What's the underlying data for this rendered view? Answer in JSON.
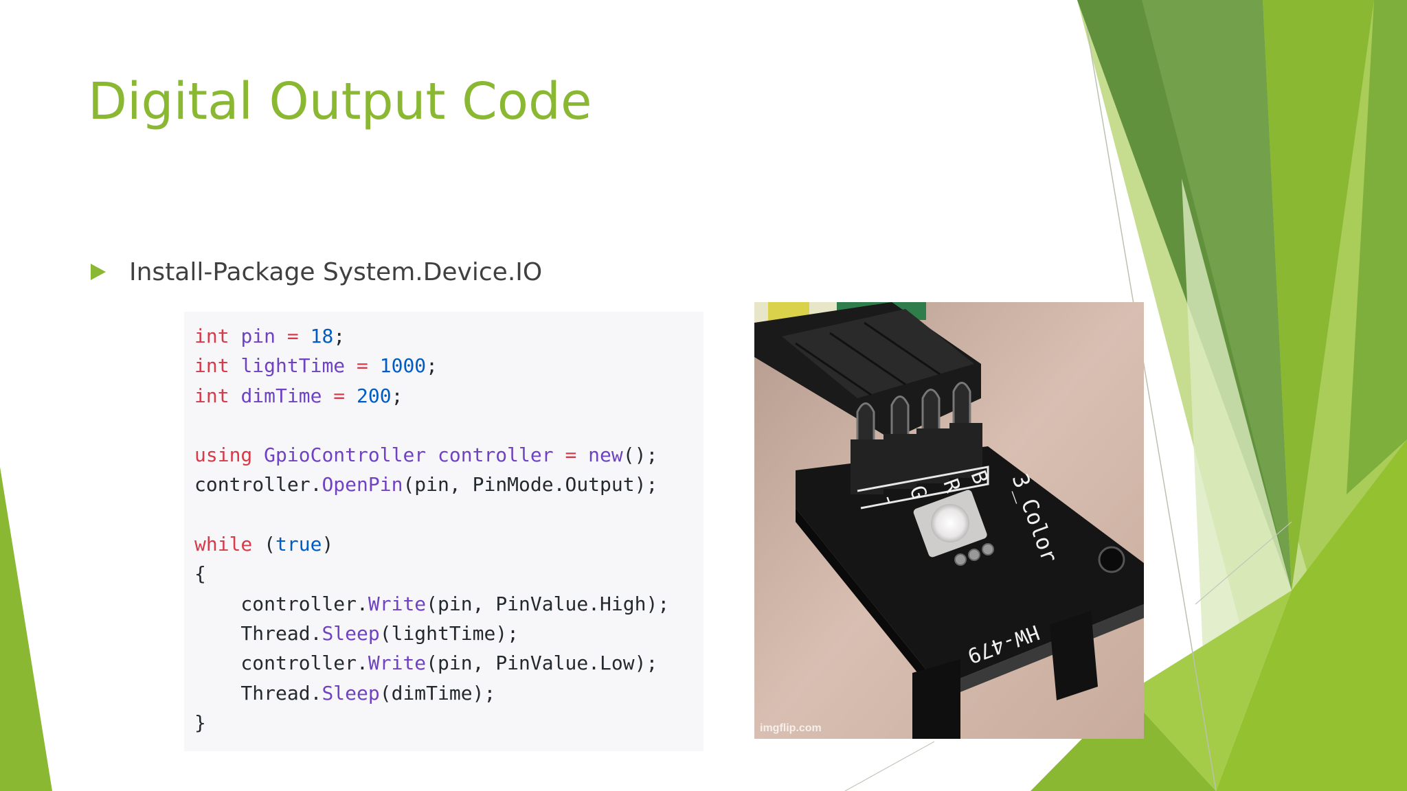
{
  "slide": {
    "title": "Digital Output Code",
    "bullet": "Install-Package System.Device.IO",
    "code_lines": [
      [
        [
          "int ",
          "kw"
        ],
        [
          "pin",
          "var"
        ],
        [
          " = ",
          "op"
        ],
        [
          "18",
          "num"
        ],
        [
          ";",
          "plain"
        ]
      ],
      [
        [
          "int ",
          "kw"
        ],
        [
          "lightTime",
          "var"
        ],
        [
          " = ",
          "op"
        ],
        [
          "1000",
          "num"
        ],
        [
          ";",
          "plain"
        ]
      ],
      [
        [
          "int ",
          "kw"
        ],
        [
          "dimTime",
          "var"
        ],
        [
          " = ",
          "op"
        ],
        [
          "200",
          "num"
        ],
        [
          ";",
          "plain"
        ]
      ],
      [],
      [
        [
          "using ",
          "kw"
        ],
        [
          "GpioController controller",
          "var"
        ],
        [
          " = ",
          "op"
        ],
        [
          "new",
          "var"
        ],
        [
          "();",
          "plain"
        ]
      ],
      [
        [
          "controller.",
          "plain"
        ],
        [
          "OpenPin",
          "fn"
        ],
        [
          "(pin, PinMode.Output);",
          "plain"
        ]
      ],
      [],
      [
        [
          "while ",
          "kw"
        ],
        [
          "(",
          "plain"
        ],
        [
          "true",
          "num"
        ],
        [
          ")",
          "plain"
        ]
      ],
      [
        [
          "{",
          "plain"
        ]
      ],
      [
        [
          "    controller.",
          "plain"
        ],
        [
          "Write",
          "fn"
        ],
        [
          "(pin, PinValue.High);",
          "plain"
        ]
      ],
      [
        [
          "    Thread.",
          "plain"
        ],
        [
          "Sleep",
          "fn"
        ],
        [
          "(lightTime);",
          "plain"
        ]
      ],
      [
        [
          "    controller.",
          "plain"
        ],
        [
          "Write",
          "fn"
        ],
        [
          "(pin, PinValue.Low);",
          "plain"
        ]
      ],
      [
        [
          "    Thread.",
          "plain"
        ],
        [
          "Sleep",
          "fn"
        ],
        [
          "(dimTime);",
          "plain"
        ]
      ],
      [
        [
          "}",
          "plain"
        ]
      ]
    ],
    "photo": {
      "watermark": "imgflip.com",
      "board_pin_labels": [
        "B",
        "R",
        "G",
        "-"
      ],
      "board_text": "3_Color",
      "board_model": "HW-479"
    }
  },
  "colors": {
    "title": "#8ab833",
    "bullet_arrow": "#8ab833",
    "body_text": "#404040",
    "code_bg": "#f7f7f9",
    "code_keyword": "#d73a49",
    "code_variable": "#6f42c1",
    "code_number": "#005cc5",
    "code_function": "#6f42c1",
    "code_plain": "#24292e"
  }
}
